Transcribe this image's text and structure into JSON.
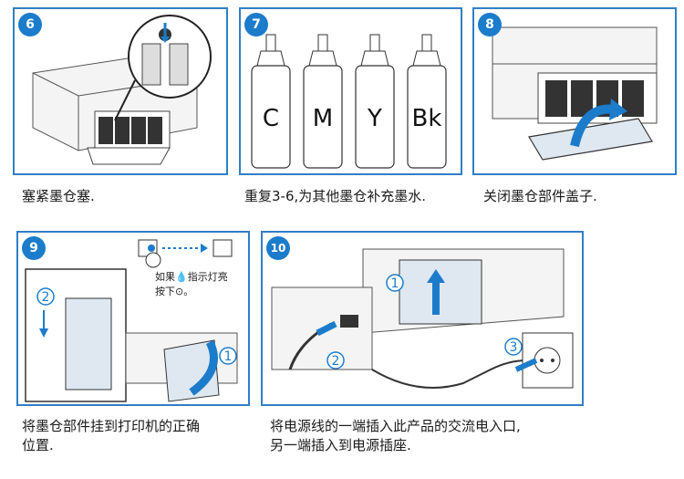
{
  "steps": [
    {
      "number": "6",
      "caption": "塞紧墨仓塞."
    },
    {
      "number": "7",
      "caption": "重复3-6,为其他墨仓补充墨水."
    },
    {
      "number": "8",
      "caption": "关闭墨仓部件盖子."
    },
    {
      "number": "9",
      "caption_line1": "将墨仓部件挂到打印机的正确",
      "caption_line2": "位置."
    },
    {
      "number": "10",
      "caption_line1": "将电源线的一端插入此产品的交流电入口,",
      "caption_line2": "另一端插入到电源插座."
    }
  ],
  "bottles": [
    "C",
    "M",
    "Y",
    "Bk"
  ],
  "step9_note": {
    "line1": "如果💧指示灯亮",
    "line2": "按下⊙。"
  },
  "callouts": {
    "one": "1",
    "two": "2",
    "three": "3"
  },
  "colors": {
    "accent": "#1c7ccc",
    "border": "#2f7fc6"
  }
}
